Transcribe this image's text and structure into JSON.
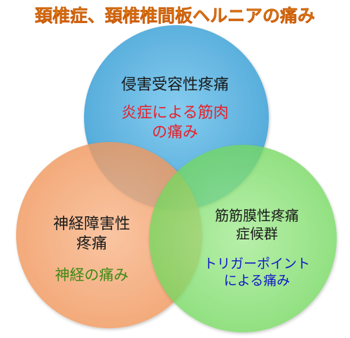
{
  "title": "頚椎症、頚椎椎間板ヘルニアの痛み",
  "colors": {
    "title_gradient_start": "#e06010",
    "title_gradient_end": "#f7b015",
    "circle_top": "#6cbfe6",
    "circle_left": "#f6aa78",
    "circle_right": "#8ee27a",
    "top_sub_text": "#e8202a",
    "left_sub_text": "#3a8a12",
    "right_sub_text": "#1018c8"
  },
  "circles": {
    "top": {
      "heading": "侵害受容性疼痛",
      "sub_lines": [
        "炎症による筋肉",
        "の痛み"
      ]
    },
    "left": {
      "heading_lines": [
        "神経障害性",
        "疼痛"
      ],
      "sub": "神経の痛み"
    },
    "right": {
      "heading_lines": [
        "筋筋膜性疼痛",
        "症候群"
      ],
      "sub_lines": [
        "トリガーポイント",
        "による痛み"
      ]
    }
  }
}
